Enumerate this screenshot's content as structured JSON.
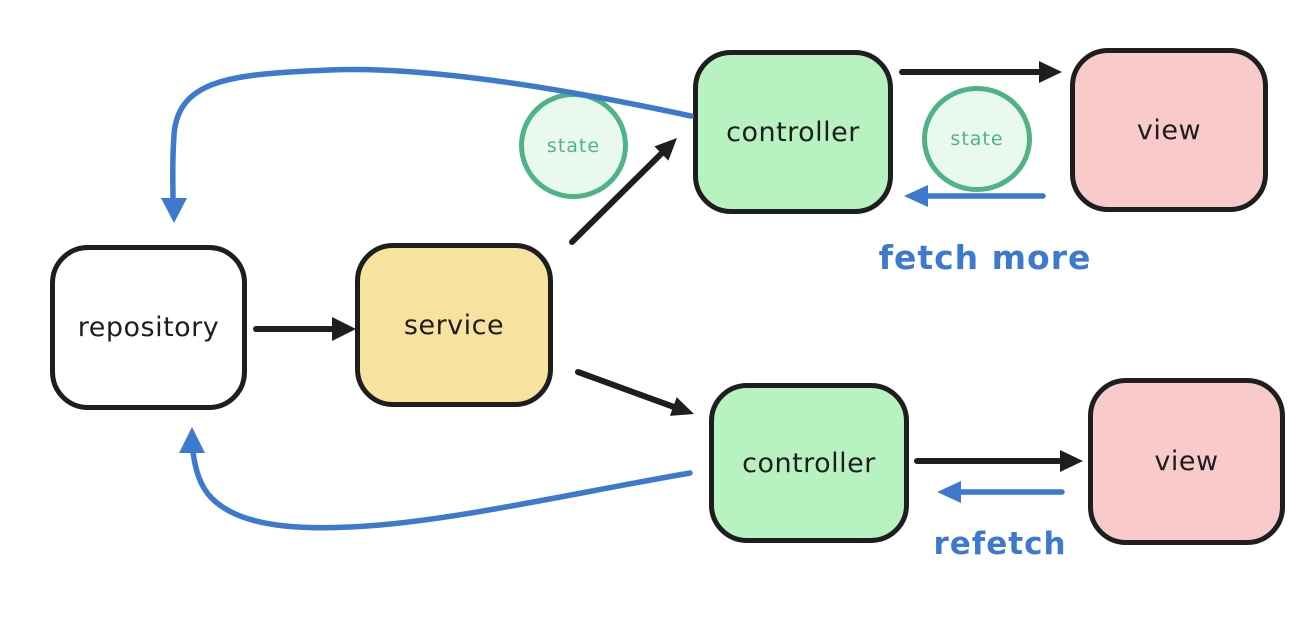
{
  "diagram": {
    "title": "repository-service-controller-view data flow",
    "nodes": {
      "repository": {
        "label": "repository"
      },
      "service": {
        "label": "service"
      },
      "controller_top": {
        "label": "controller"
      },
      "view_top": {
        "label": "view"
      },
      "controller_bottom": {
        "label": "controller"
      },
      "view_bottom": {
        "label": "view"
      }
    },
    "state_badges": {
      "left": {
        "label": "state"
      },
      "right": {
        "label": "state"
      }
    },
    "flow_labels": {
      "fetch_more": "fetch more",
      "refetch": "refetch"
    },
    "edges": [
      {
        "from": "repository",
        "to": "service",
        "color": "black",
        "style": "straight"
      },
      {
        "from": "service",
        "to": "controller-top",
        "color": "black",
        "style": "straight"
      },
      {
        "from": "controller-top",
        "to": "view-top",
        "color": "black",
        "style": "straight"
      },
      {
        "from": "view-top",
        "to": "controller-top",
        "color": "blue",
        "style": "straight",
        "label": "fetch more"
      },
      {
        "from": "controller-top",
        "to": "repository",
        "color": "blue",
        "style": "curved"
      },
      {
        "from": "service",
        "to": "controller-bottom",
        "color": "black",
        "style": "straight"
      },
      {
        "from": "controller-bottom",
        "to": "view-bottom",
        "color": "black",
        "style": "straight"
      },
      {
        "from": "view-bottom",
        "to": "controller-bottom",
        "color": "blue",
        "style": "straight",
        "label": "refetch"
      },
      {
        "from": "controller-bottom",
        "to": "repository",
        "color": "blue",
        "style": "curved"
      }
    ]
  },
  "colors": {
    "stroke": "#1e1e1e",
    "blue": "#3d79cc",
    "state-green": "#4fb385",
    "state-fill": "#e9f9f0",
    "repository-fill": "#ffffff",
    "service-fill": "#f8e2a0",
    "controller-fill": "#b7f2c0",
    "view-fill": "#f8caca"
  }
}
